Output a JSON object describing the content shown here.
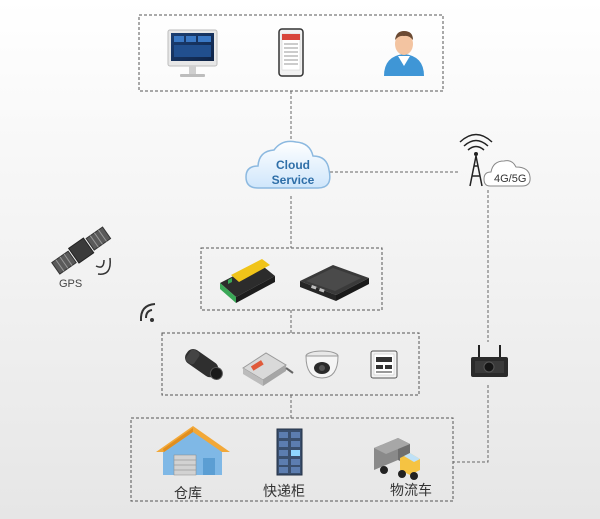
{
  "labels": {
    "cloud_line1": "Cloud",
    "cloud_line2": "Service",
    "network": "4G/5G",
    "gps": "GPS",
    "warehouse": "仓库",
    "locker": "快递柜",
    "truck": "物流车"
  },
  "colors": {
    "background_top": "#ffffff",
    "background_bottom": "#e8e8e8",
    "frame_border": "#555555",
    "connector": "#666666",
    "cloud_fill": "#dbeeff",
    "cloud_text": "#2f6fa8",
    "device_green": "#3aa757",
    "device_dark": "#2c2c2c",
    "house_roof": "#f2a838",
    "house_wall": "#7fb8e6",
    "truck_cab": "#f5c342",
    "locker_body": "#3a4f6e"
  },
  "icons": {
    "client_tier": [
      "desktop-monitor-icon",
      "smartphone-icon",
      "user-avatar-icon"
    ],
    "cloud": "cloud-icon",
    "tower": "cell-tower-icon",
    "satellite": "satellite-icon",
    "wireless": "wireless-signal-icon",
    "gateway_tier": [
      "din-rail-rtu-icon",
      "cellular-router-icon"
    ],
    "sensor_tier": [
      "bullet-camera-icon",
      "temperature-sensor-icon",
      "dome-camera-icon",
      "hygrometer-display-icon"
    ],
    "outdoor_camera": "outdoor-camera-icon",
    "site_tier": [
      "warehouse-icon",
      "parcel-locker-icon",
      "logistics-truck-icon"
    ]
  }
}
